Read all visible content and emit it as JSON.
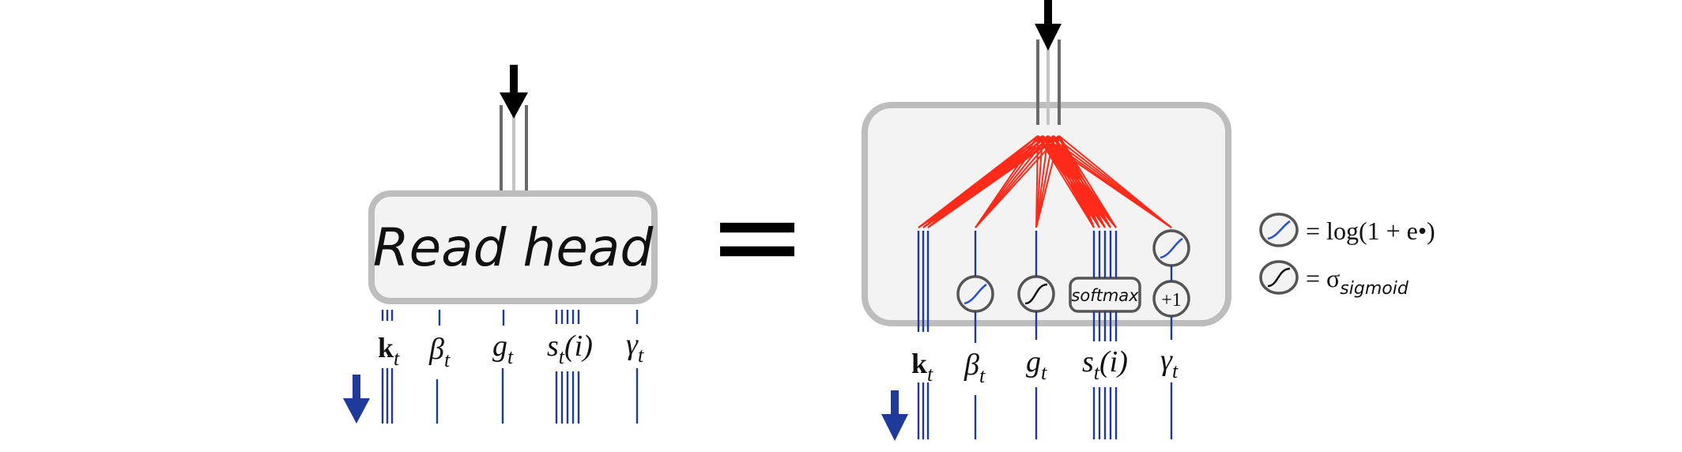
{
  "left_block": {
    "label": "Read head",
    "outputs": [
      {
        "sym": "k",
        "sub": "t",
        "bold": true
      },
      {
        "sym": "β",
        "sub": "t"
      },
      {
        "sym": "g",
        "sub": "t"
      },
      {
        "sym": "s",
        "sub": "t",
        "suffix": "(i)"
      },
      {
        "sym": "γ",
        "sub": "t"
      }
    ]
  },
  "equals": "=",
  "right_block": {
    "softmax_label": "softmax",
    "plus_one_label": "+1",
    "outputs": [
      {
        "sym": "k",
        "sub": "t",
        "bold": true
      },
      {
        "sym": "β",
        "sub": "t"
      },
      {
        "sym": "g",
        "sub": "t"
      },
      {
        "sym": "s",
        "sub": "t",
        "suffix": "(i)"
      },
      {
        "sym": "γ",
        "sub": "t"
      }
    ]
  },
  "legend": {
    "softplus_formula": "= log(1 + e•)",
    "sigmoid_formula": "= σ",
    "sigmoid_sub": "sigmoid"
  },
  "colors": {
    "box_fill": "#f3f3f3",
    "box_border": "#bdbdbd",
    "connection_red": "#ff2a1a",
    "output_blue": "#1f3a9a",
    "arrow_black": "#000000"
  },
  "icons": [
    "down-arrow-icon",
    "softplus-icon",
    "sigmoid-icon"
  ]
}
